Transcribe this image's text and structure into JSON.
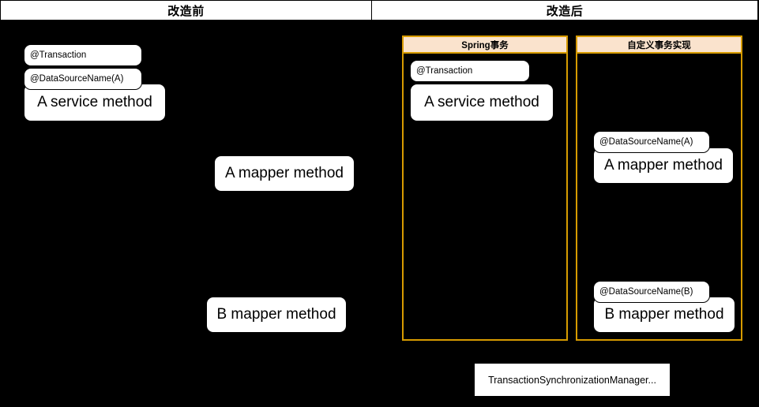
{
  "diagram": {
    "background_color": "#000000",
    "accent_color": "#d79b00",
    "accent_fill_color": "#fae3cd",
    "node_fill_color": "#ffffff"
  },
  "headers": {
    "left": "改造前",
    "right": "改造后"
  },
  "before": {
    "service_annotations": [
      "@Transaction",
      "@DataSourceName(A)"
    ],
    "service_method": "A service method",
    "mapper_a": "A mapper method",
    "mapper_b": "B mapper method"
  },
  "after": {
    "lanes": [
      {
        "title": "Spring事务",
        "annotations": [
          "@Transaction"
        ],
        "service_method": "A service method"
      },
      {
        "title": "自定义事务实现",
        "mapper_a_annotation": "@DataSourceName(A)",
        "mapper_a": "A mapper method",
        "mapper_b_annotation": "@DataSourceName(B)",
        "mapper_b": "B mapper method"
      }
    ],
    "footer_node": "TransactionSynchronizationManager..."
  }
}
